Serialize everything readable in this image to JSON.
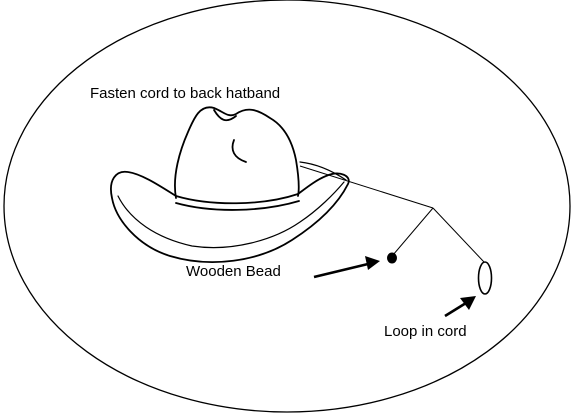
{
  "diagram": {
    "labels": {
      "fasten": "Fasten cord to back hatband",
      "bead": "Wooden Bead",
      "loop": "Loop in cord"
    },
    "colors": {
      "stroke": "#000000",
      "background": "#ffffff"
    },
    "icons": {
      "hat": "cowboy-hat-icon"
    }
  }
}
